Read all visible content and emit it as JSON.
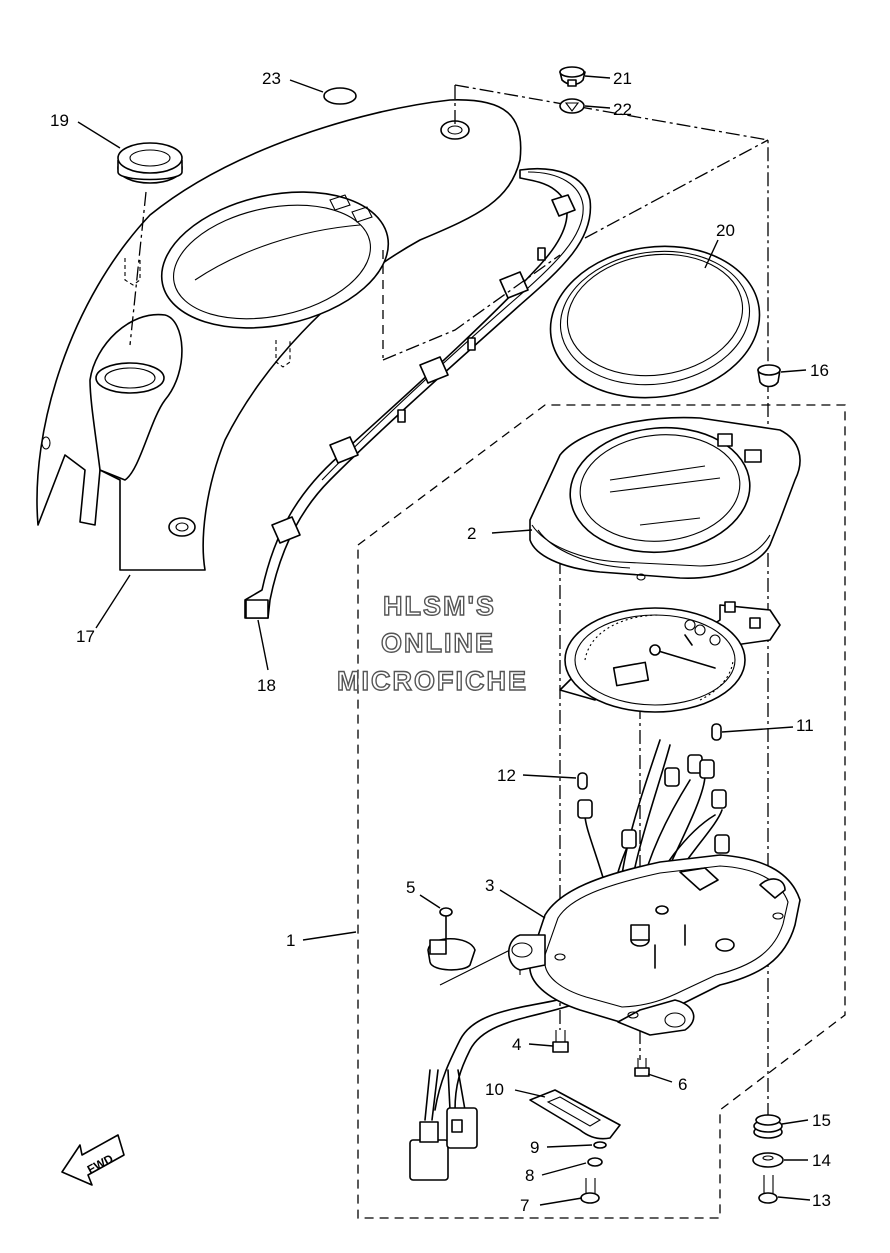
{
  "watermark": {
    "line1": "HLSM'S",
    "line2": "ONLINE",
    "line3": "MICROFICHE"
  },
  "fwd_label": "FWD",
  "callouts": [
    {
      "id": "1",
      "label": "1"
    },
    {
      "id": "2",
      "label": "2"
    },
    {
      "id": "3",
      "label": "3"
    },
    {
      "id": "4",
      "label": "4"
    },
    {
      "id": "5",
      "label": "5"
    },
    {
      "id": "6",
      "label": "6"
    },
    {
      "id": "7",
      "label": "7"
    },
    {
      "id": "8",
      "label": "8"
    },
    {
      "id": "9",
      "label": "9"
    },
    {
      "id": "10",
      "label": "10"
    },
    {
      "id": "11",
      "label": "11"
    },
    {
      "id": "12",
      "label": "12"
    },
    {
      "id": "13",
      "label": "13"
    },
    {
      "id": "14",
      "label": "14"
    },
    {
      "id": "15",
      "label": "15"
    },
    {
      "id": "16",
      "label": "16"
    },
    {
      "id": "17",
      "label": "17"
    },
    {
      "id": "18",
      "label": "18"
    },
    {
      "id": "19",
      "label": "19"
    },
    {
      "id": "20",
      "label": "20"
    },
    {
      "id": "21",
      "label": "21"
    },
    {
      "id": "22",
      "label": "22"
    },
    {
      "id": "23",
      "label": "23"
    }
  ]
}
